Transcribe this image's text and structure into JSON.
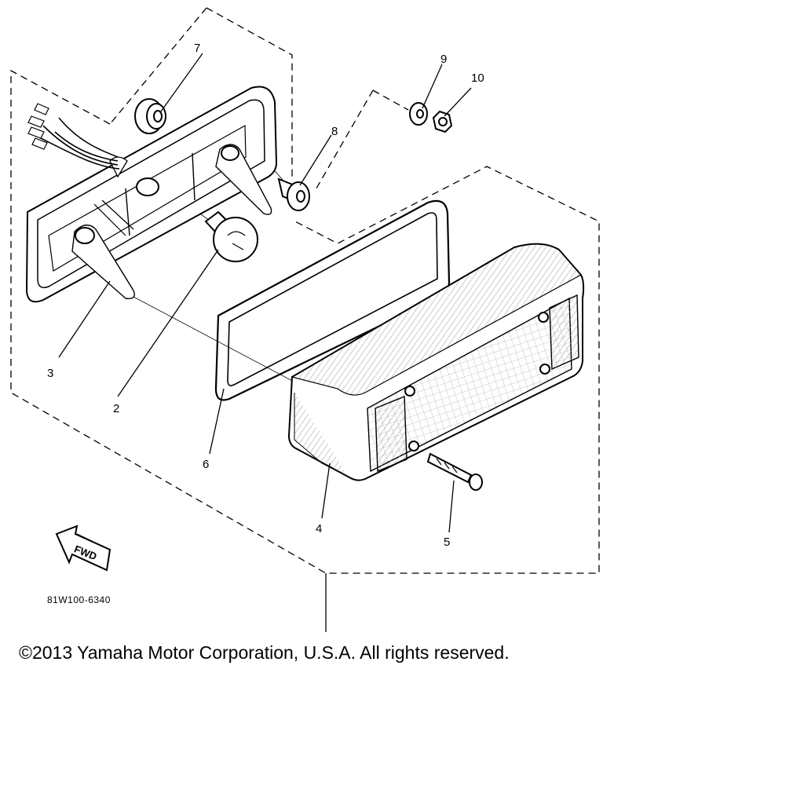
{
  "callouts": [
    {
      "id": "1",
      "label": "2"
    },
    {
      "id": "2",
      "label": "3"
    },
    {
      "id": "3",
      "label": "4"
    },
    {
      "id": "4",
      "label": "5"
    },
    {
      "id": "5",
      "label": "6"
    },
    {
      "id": "6",
      "label": "7"
    },
    {
      "id": "7",
      "label": "8"
    },
    {
      "id": "8",
      "label": "9"
    },
    {
      "id": "9",
      "label": "10"
    }
  ],
  "direction_label": "FWD",
  "diagram_code": "81W100-6340",
  "copyright": "©2013 Yamaha Motor Corporation, U.S.A. All rights reserved.",
  "colors": {
    "ink": "#000000",
    "background": "#ffffff",
    "lens_hatch": "#9a9a9a"
  }
}
